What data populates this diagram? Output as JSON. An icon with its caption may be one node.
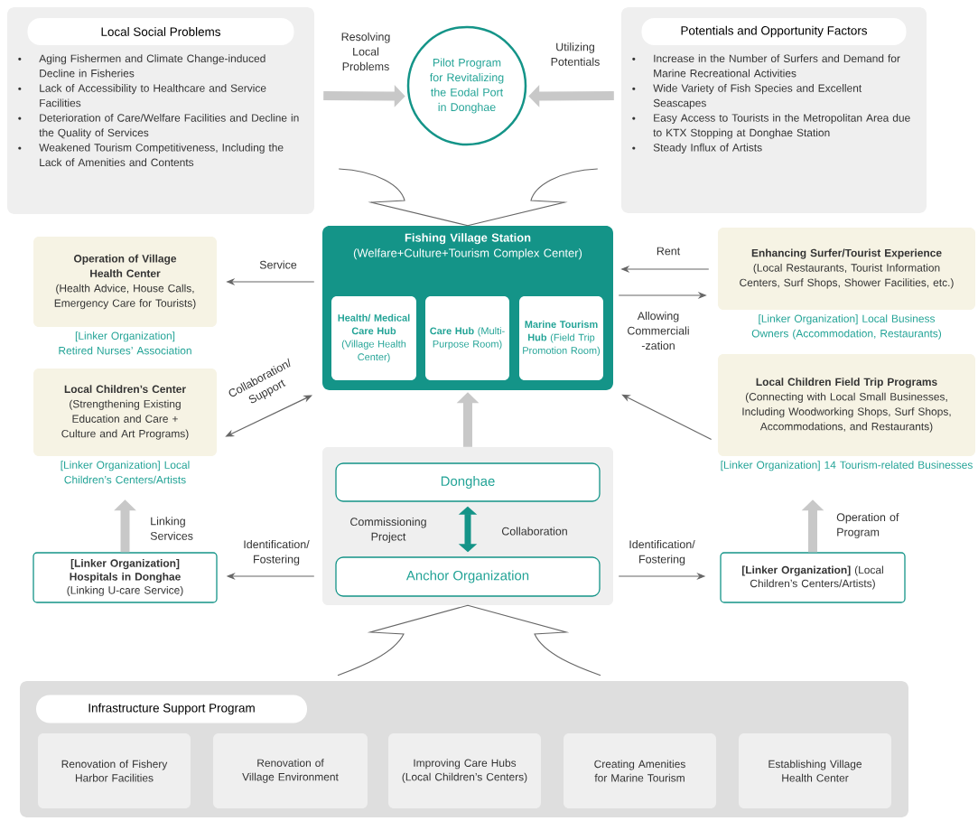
{
  "diagram": {
    "nodes": [
      {
        "text": [
          "Local Social Problems",
          "Aging Fishermen and Climate Change-induced Decline in Fisheries",
          "Lack of Accessibility to Healthcare and Service Facilities",
          "Deterioration of Care/Welfare Facilities and Decline in the Quality of Services",
          "Weakened Tourism Competitiveness, Including the Lack of Amenities and Contents"
        ]
      },
      {
        "text": [
          "Pilot Program for Revitalizing the Eodal Port in Donghae"
        ]
      },
      {
        "text": [
          "Potentials and Opportunity Factors",
          "Increase in the Number of Surfers and Demand for Marine Recreational Activities",
          "Wide Variety of Fish Species and Excellent Seascapes",
          "Easy Access to Tourists in the Metropolitan Area due to KTX Stopping at Donghae Station",
          "Steady Influx of Artists"
        ]
      },
      {
        "text": [
          "Fishing Village Station",
          "(Welfare+Culture+Tourism Complex Center)"
        ]
      },
      {
        "text": [
          "**Health/ Medical Care Hub** (Village Health Center)"
        ],
        "in": 3
      },
      {
        "text": [
          "**Care Hub** (Multi-Purpose Room)"
        ],
        "in": 3
      },
      {
        "text": [
          "**Marine Tourism Hub** (Field Trip Promotion Room)"
        ],
        "in": 3
      },
      {
        "text": [
          "Operation of Village Health Center",
          "(Health Advice, House Calls, Emergency Care for Tourists)"
        ],
        "beside": [
          "[Linker Organization] Retired Nurses’ Association"
        ]
      },
      {
        "text": [
          "Local Children’s Center",
          "(Strengthening Existing Education and Care + Culture and Art Programs)"
        ],
        "beside": [
          "[Linker Organization] Local Children’s Centers/Artists"
        ]
      },
      {
        "text": [
          "[Linker Organization] Hospitals in Donghae",
          "(Linking U-care Service)"
        ]
      },
      {
        "text": [
          "Enhancing Surfer/Tourist Experience",
          "(Local Restaurants, Tourist Information Centers, Surf Shops, Shower Facilities, etc.)"
        ],
        "beside": [
          "[Linker Organization] Local Business Owners (Accommodation, Restaurants)"
        ]
      },
      {
        "text": [
          "Local Children Field Trip Programs",
          "(Connecting with Local Small Businesses, Including Woodworking Shops, Surf Shops, Accommodations, and Restaurants)"
        ],
        "beside": [
          "[Linker Organization] 14 Tourism-related Businesses"
        ]
      },
      {
        "text": [
          "**[Linker Organization]** (Local Children’s Centers/Artists)"
        ]
      },
      {
        "text": [],
        "shape": "box"
      },
      {
        "text": [
          "Donghae"
        ],
        "in": 13
      },
      {
        "text": [
          "Anchor Organization"
        ],
        "in": 13
      },
      {
        "text": [
          "Infrastructure Support Program"
        ]
      },
      {
        "text": [
          "Renovation of Fishery Harbor Facilities"
        ],
        "in": 16
      },
      {
        "text": [
          "Renovation of Village Environment"
        ],
        "in": 16
      },
      {
        "text": [
          "Improving Care Hubs (Local Children’s Centers)"
        ],
        "in": 16
      },
      {
        "text": [
          "Creating Amenities for Marine Tourism"
        ],
        "in": 16
      },
      {
        "text": [
          "Establishing Village Health Center"
        ],
        "in": 16
      }
    ],
    "edges": [
      {
        "from": 0,
        "to": 1,
        "arrow": "to",
        "label": "Resolving Local Problems",
        "style": "thick",
        "color": "#c8c8c8"
      },
      {
        "from": 2,
        "to": 1,
        "arrow": "to",
        "label": "Utilizing Potentials",
        "style": "thick",
        "color": "#c8c8c8"
      },
      {
        "from": 0,
        "to": 3,
        "arrow": "none"
      },
      {
        "from": 2,
        "to": 3,
        "arrow": "none"
      },
      {
        "from": 3,
        "to": 7,
        "arrow": "to",
        "label": "Service"
      },
      {
        "from": 10,
        "to": 3,
        "arrow": "to",
        "label": "Rent"
      },
      {
        "from": 3,
        "to": 10,
        "arrow": "to",
        "label": "Allowing Commerciali -zation"
      },
      {
        "from": 3,
        "to": 8,
        "arrow": "both",
        "label": "Collaboration/ Support"
      },
      {
        "from": 11,
        "to": 3,
        "arrow": "to"
      },
      {
        "from": 13,
        "to": 3,
        "arrow": "to",
        "style": "thick",
        "color": "#c8c8c8"
      },
      {
        "from": 14,
        "to": 15,
        "arrow": "both",
        "label": "Collaboration",
        "style": "thick",
        "color": "#149488"
      },
      {
        "from": 9,
        "to": 8,
        "arrow": "to",
        "label": "Linking Services",
        "style": "thick",
        "color": "#c8c8c8"
      },
      {
        "from": 13,
        "to": 9,
        "arrow": "to",
        "label": "Identification/ Fostering"
      },
      {
        "from": 13,
        "to": 12,
        "arrow": "to",
        "label": "Identification/ Fostering"
      },
      {
        "from": 12,
        "to": 11,
        "arrow": "to",
        "label": "Operation of Program",
        "style": "thick",
        "color": "#c8c8c8"
      },
      {
        "from": 16,
        "to": 13,
        "arrow": "none"
      }
    ],
    "labels": [
      "Commissioning Project"
    ]
  }
}
